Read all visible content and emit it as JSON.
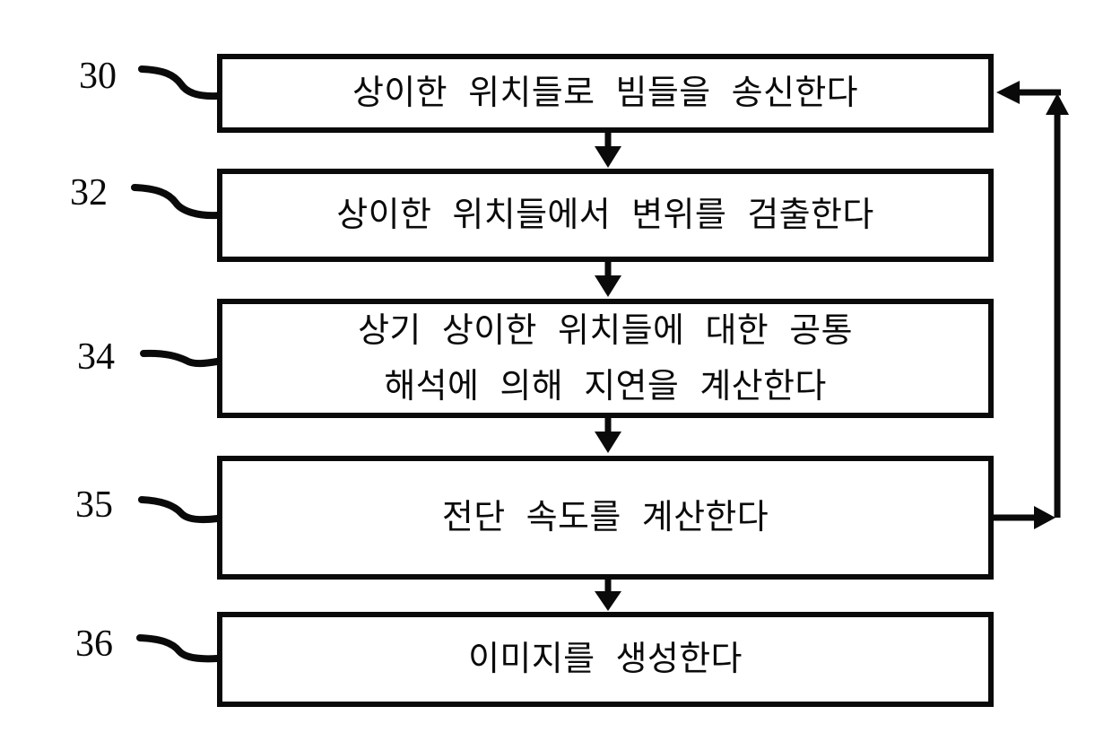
{
  "diagram": {
    "type": "flowchart",
    "background": "#ffffff",
    "line_color": "#0a0a0a",
    "steps": [
      {
        "ref": "30",
        "lines": [
          "상이한 위치들로 빔들을 송신한다"
        ]
      },
      {
        "ref": "32",
        "lines": [
          "상이한 위치들에서 변위를 검출한다"
        ]
      },
      {
        "ref": "34",
        "lines": [
          "상기 상이한 위치들에 대한 공통",
          "해석에 의해 지연을 계산한다"
        ]
      },
      {
        "ref": "35",
        "lines": [
          "전단 속도를 계산한다"
        ]
      },
      {
        "ref": "36",
        "lines": [
          "이미지를 생성한다"
        ]
      }
    ],
    "connections": [
      {
        "from": "30",
        "to": "32",
        "style": "down-arrow"
      },
      {
        "from": "32",
        "to": "34",
        "style": "down-arrow"
      },
      {
        "from": "34",
        "to": "35",
        "style": "down-arrow"
      },
      {
        "from": "35",
        "to": "36",
        "style": "down-arrow"
      },
      {
        "from": "35",
        "to": "30",
        "style": "right-side-feedback-loop"
      }
    ]
  }
}
